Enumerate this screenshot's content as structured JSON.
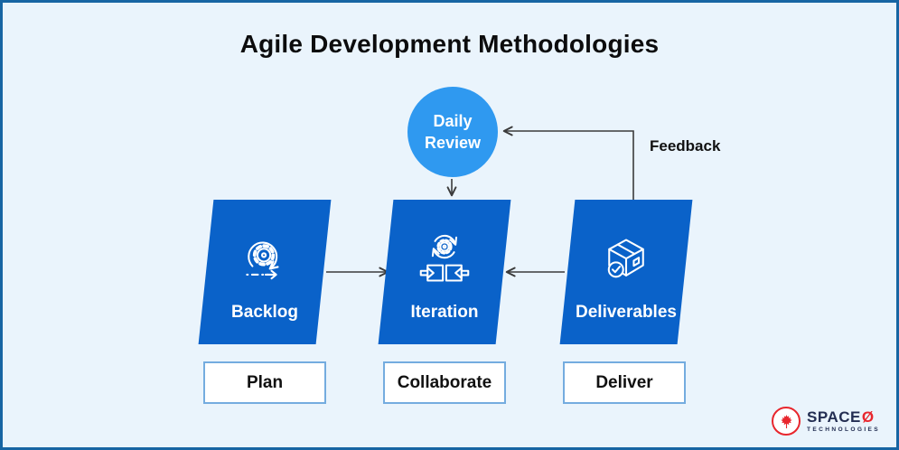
{
  "title": "Agile Development Methodologies",
  "daily_review": {
    "line1": "Daily",
    "line2": "Review"
  },
  "feedback_label": "Feedback",
  "stages": [
    {
      "label": "Backlog",
      "box_label": "Plan",
      "icon": "sprint-cycle-icon"
    },
    {
      "label": "Iteration",
      "box_label": "Collaborate",
      "icon": "gear-sync-puzzle-icon"
    },
    {
      "label": "Deliverables",
      "box_label": "Deliver",
      "icon": "package-check-icon"
    }
  ],
  "logo": {
    "brand": "SPACE",
    "brand_suffix": "Ø",
    "subtitle": "TECHNOLOGIES"
  },
  "colors": {
    "background": "#EAF4FC",
    "canvas_border": "#1765A3",
    "parallelogram_blue": "#0A62C9",
    "circle_blue": "#2F99F0",
    "box_border_blue": "#74ACDF",
    "arrow_gray": "#3B3B3B",
    "logo_red": "#E8262D",
    "logo_navy": "#232E52"
  }
}
